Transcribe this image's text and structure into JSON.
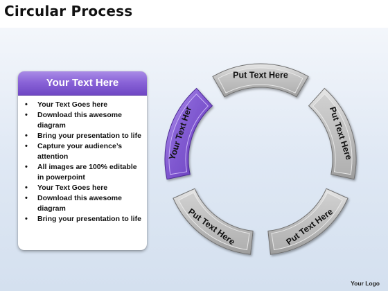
{
  "slide": {
    "title": "Circular Process",
    "logo_text": "Your Logo"
  },
  "textbox": {
    "header": "Your Text Here",
    "bullets": [
      "Your Text Goes here",
      "Download this awesome diagram",
      "Bring your presentation to life",
      "Capture your audience’s attention",
      "All images are 100% editable in powerpoint",
      "Your Text Goes here",
      "Download this awesome diagram",
      "Bring your presentation to life"
    ]
  },
  "cycle": {
    "segments": [
      {
        "label": "Your Text Her",
        "highlighted": true
      },
      {
        "label": "Put Text Here",
        "highlighted": false
      },
      {
        "label": "Put Text Here",
        "highlighted": false
      },
      {
        "label": "Put Text Here",
        "highlighted": false
      },
      {
        "label": "Put Text Here",
        "highlighted": false
      }
    ]
  },
  "colors": {
    "accent_purple": "#7a52cc",
    "segment_gray": "#b9b9b9",
    "segment_border": "#6f6f6f"
  }
}
